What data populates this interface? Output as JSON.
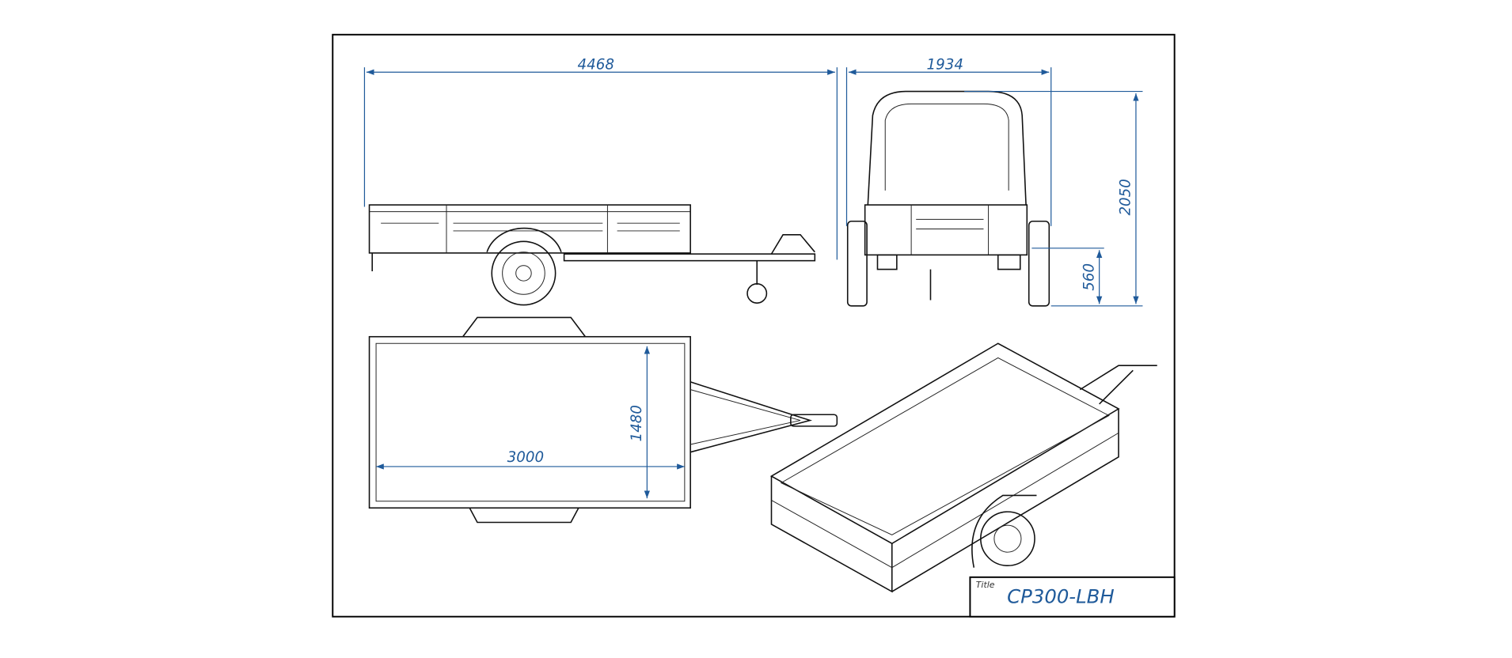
{
  "dimensions": {
    "overall_length": "4468",
    "overall_width": "1934",
    "overall_height": "2050",
    "deck_height": "560",
    "box_width": "1480",
    "box_length": "3000"
  },
  "title_block": {
    "label": "Title",
    "value": "CP300-LBH"
  },
  "colors": {
    "dimension": "#1f5a9a",
    "line": "#111111"
  }
}
